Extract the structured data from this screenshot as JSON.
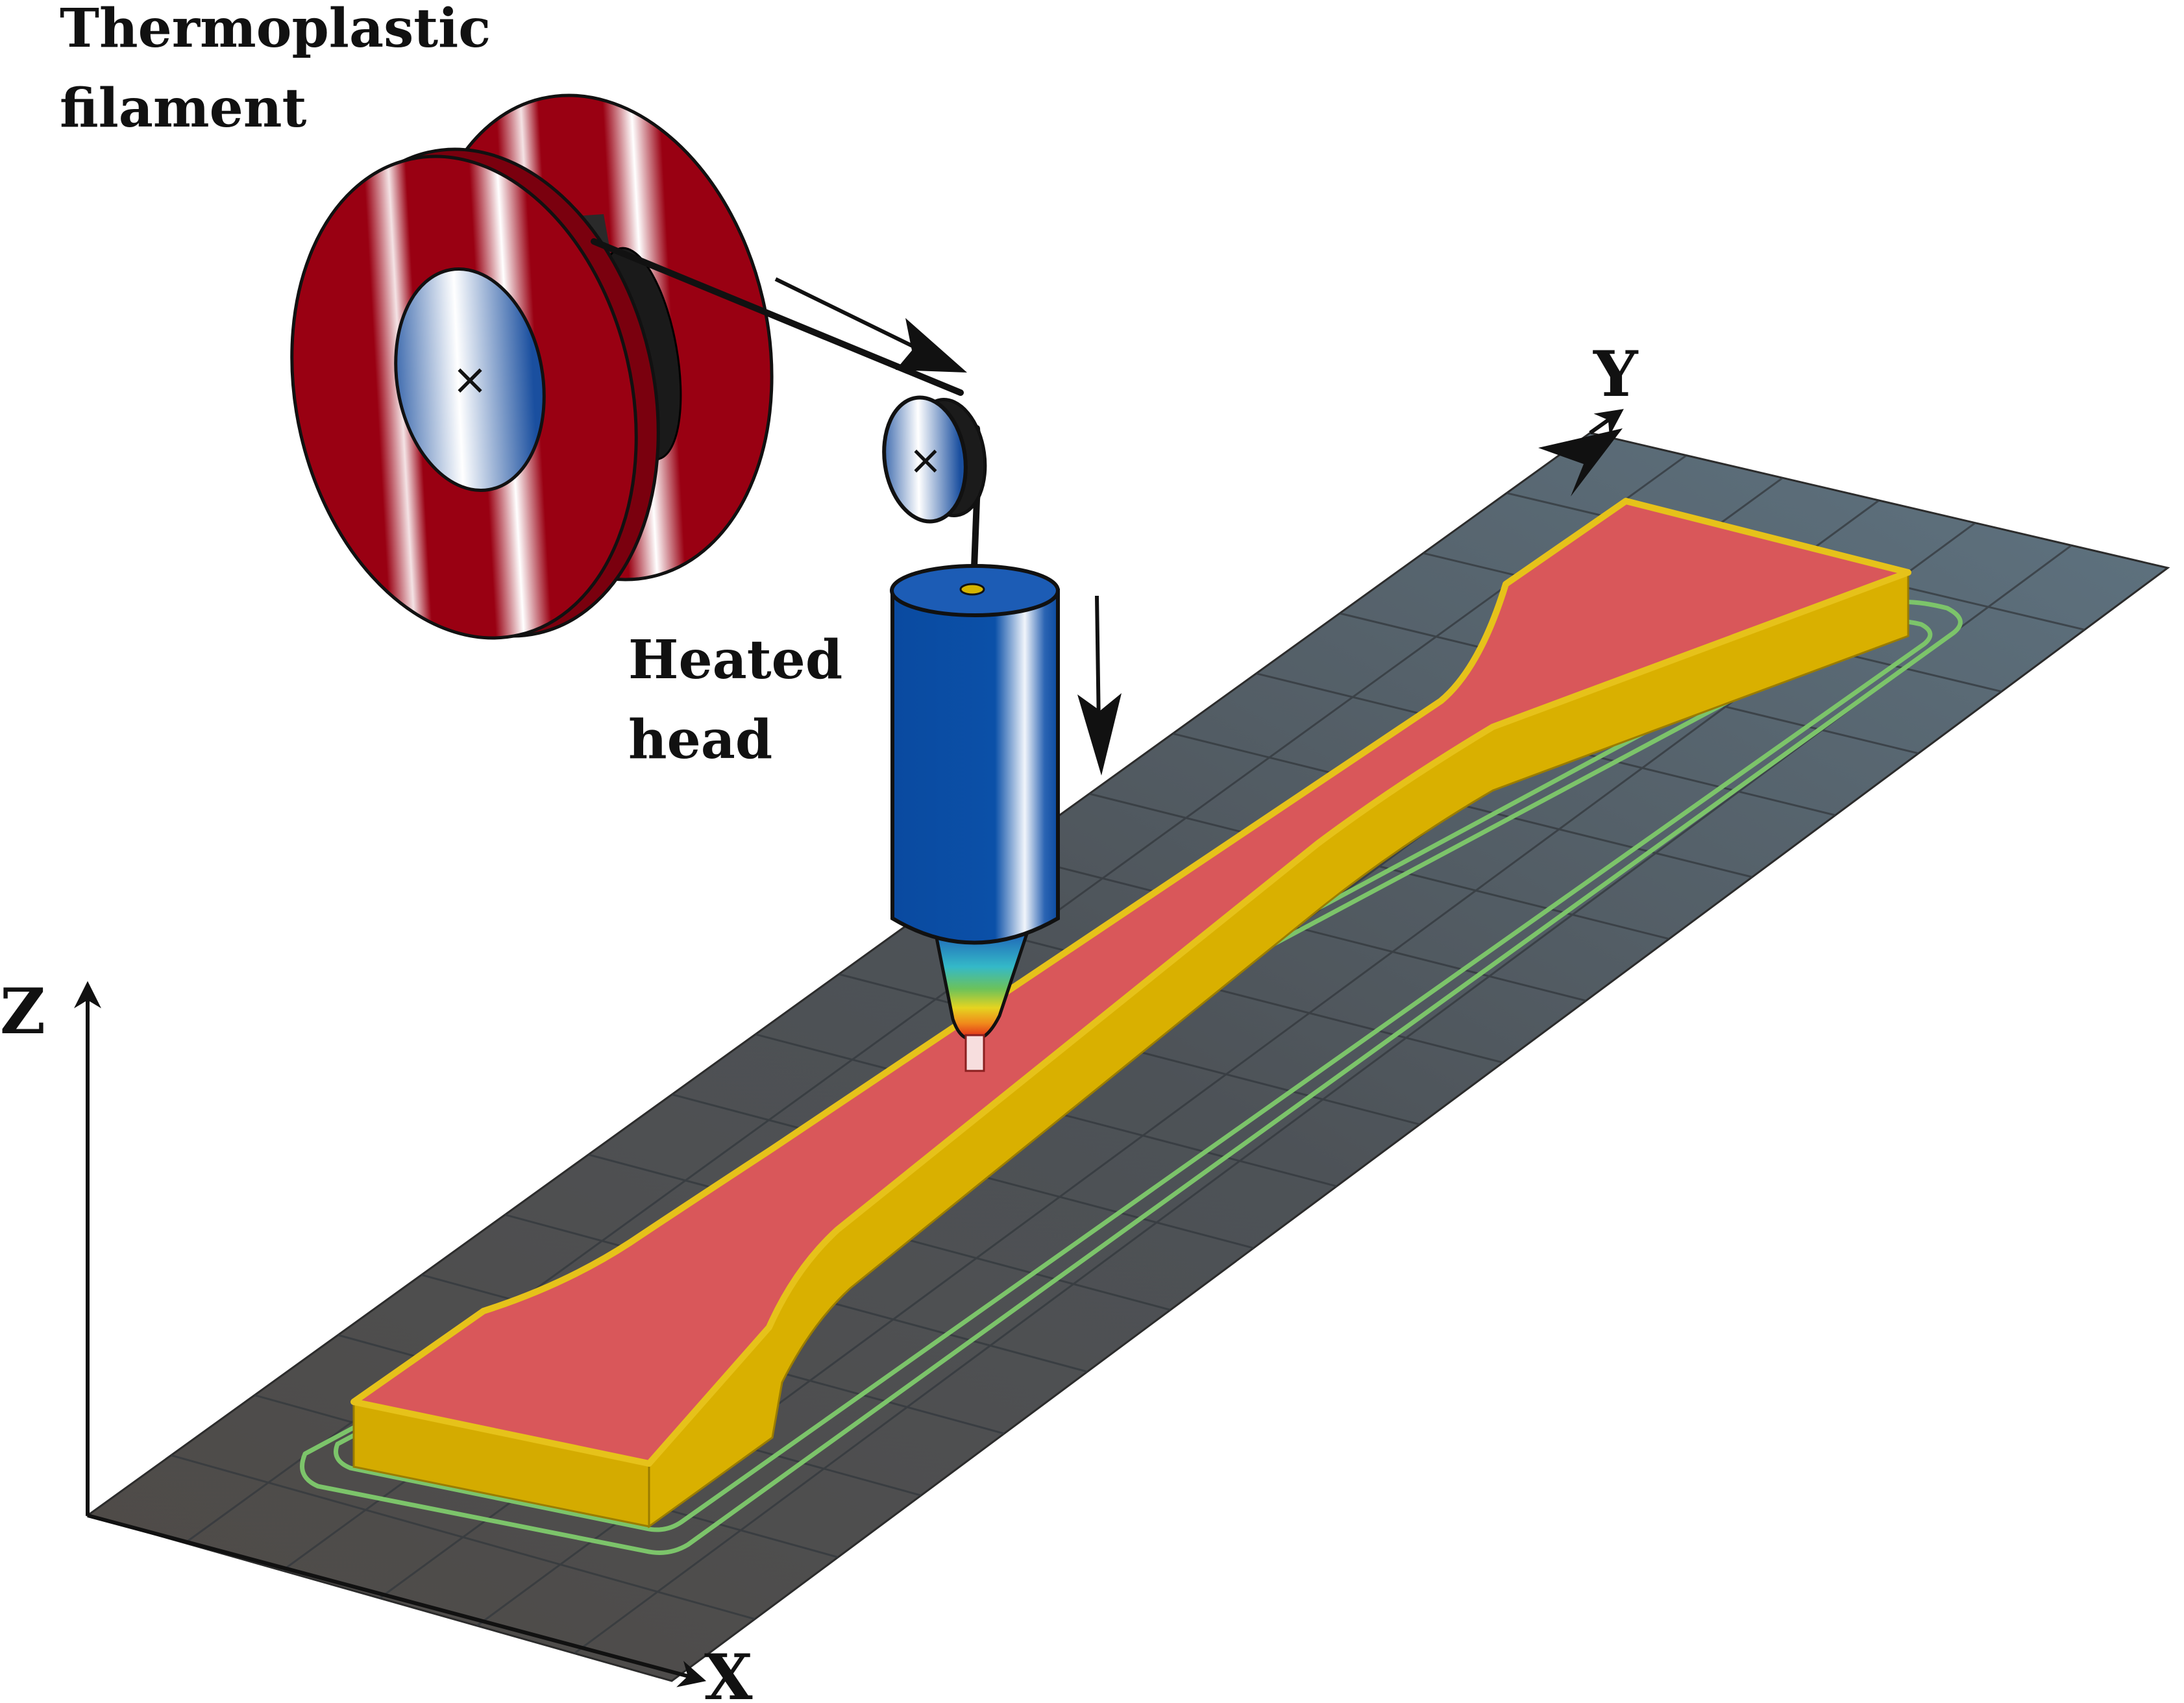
{
  "labels": {
    "filament_line1": "Thermoplastic",
    "filament_line2": "filament",
    "head_line1": "Heated",
    "head_line2": "head",
    "axis_x": "X",
    "axis_y": "Y",
    "axis_z": "Z",
    "spool_hub_mark": "×",
    "pulley_mark": "×"
  },
  "colors": {
    "spool": "#990012",
    "spool_dark": "#6e000c",
    "hub_blue": "#1f56a8",
    "head_blue": "#0b4fa6",
    "specimen_top": "#d9575a",
    "specimen_side": "#d9b000",
    "specimen_edge": "#e6c21a",
    "skirt": "#7cc46a",
    "bed_top": "#5b6a78",
    "bed_bottom": "#4b4846",
    "grid": "#3a3f45"
  },
  "icons": {
    "axis_arrows": "arrow-icon",
    "feed_arrows": "arrow-icon"
  }
}
